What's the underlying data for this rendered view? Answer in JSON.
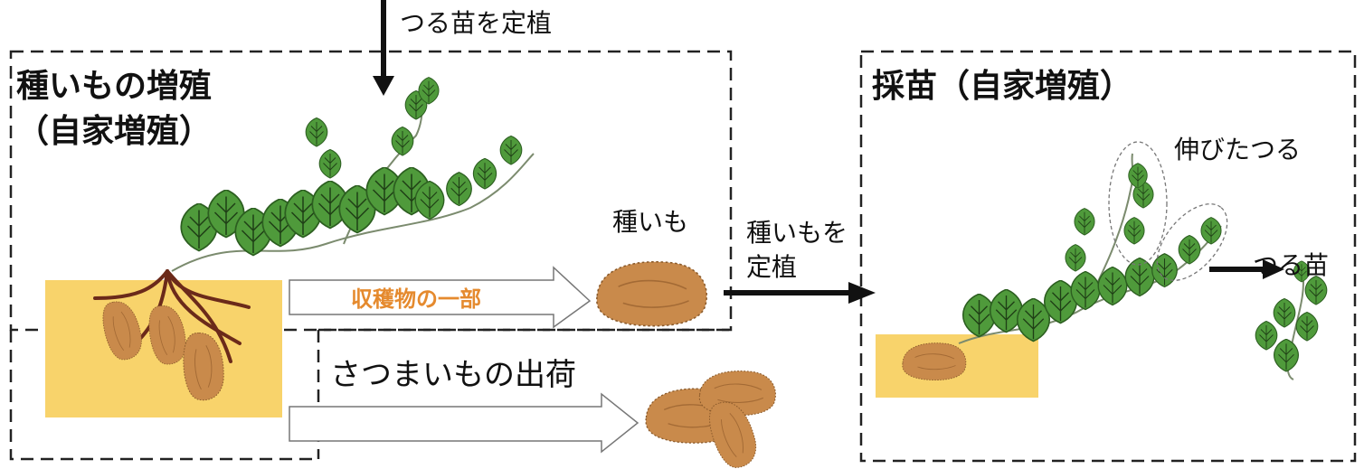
{
  "left_panel": {
    "title_line1": "種いもの増殖",
    "title_line2": "（自家増殖）"
  },
  "right_panel": {
    "title": "採苗（自家増殖）"
  },
  "labels": {
    "plant_vine_seedlings": "つる苗を定植",
    "seed_tuber": "種いも",
    "plant_seed_tuber_line1": "種いもを",
    "plant_seed_tuber_line2": "定植",
    "part_of_harvest": "収穫物の一部",
    "shipment": "さつまいもの出荷",
    "elongated_vines": "伸びたつる",
    "vine_seedling": "つる苗"
  },
  "colors": {
    "soil": "#f8d36b",
    "tuber": "#c98a4b",
    "leaf": "#4f9a3b",
    "accent": "#e58a2e"
  }
}
